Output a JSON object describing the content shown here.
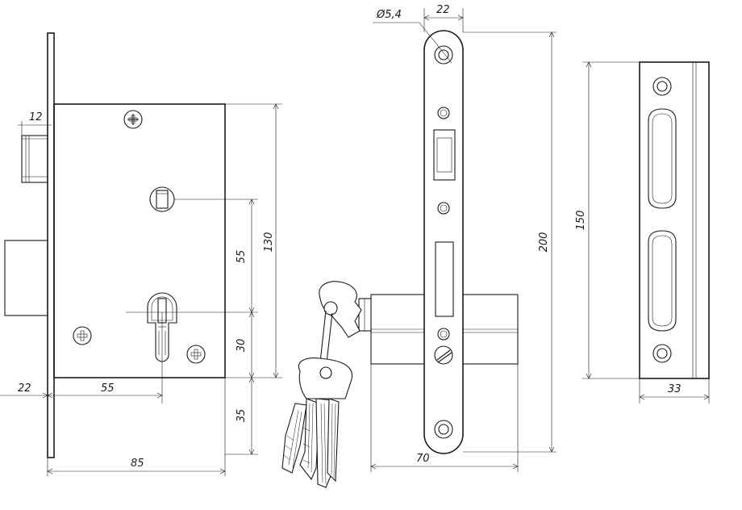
{
  "dimensions": {
    "bolt_width": "12",
    "backset_left": "22",
    "backset": "55",
    "body_width": "85",
    "handle_to_cylinder": "55",
    "body_height": "130",
    "cylinder_to_bottom_a": "30",
    "cylinder_to_bottom_b": "35",
    "hole_diameter": "Ø5,4",
    "faceplate_width": "22",
    "faceplate_height": "200",
    "cylinder_length": "70",
    "strike_height": "150",
    "strike_width": "33"
  }
}
